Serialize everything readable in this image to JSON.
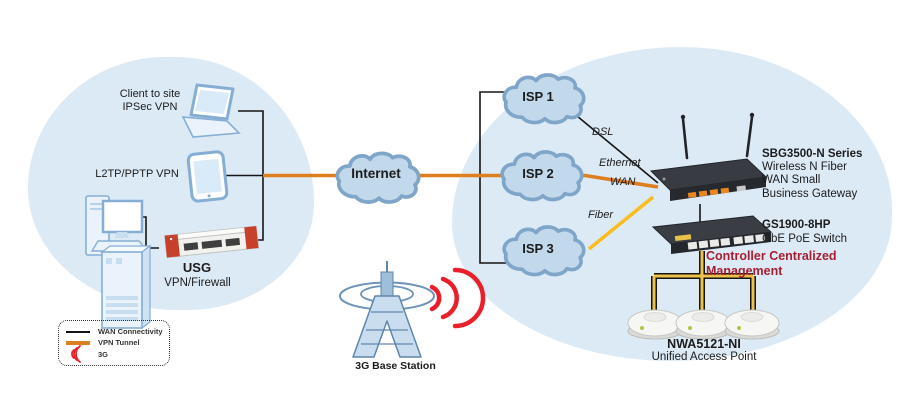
{
  "left_site": {
    "client_vpn_label_line1": "Client to site",
    "client_vpn_label_line2": "IPSec VPN",
    "l2tp_vpn_label": "L2TP/PPTP VPN",
    "usg_name": "USG",
    "usg_desc": "VPN/Firewall"
  },
  "internet_cloud": {
    "label": "Internet"
  },
  "base_station": {
    "label": "3G Base Station"
  },
  "isp_clouds": [
    {
      "label": "ISP 1"
    },
    {
      "label": "ISP 2"
    },
    {
      "label": "ISP 3"
    }
  ],
  "link_labels": {
    "dsl": "DSL",
    "ethernet": "Ethernet",
    "wan": "WAN",
    "fiber": "Fiber"
  },
  "gateway": {
    "name": "SBG3500-N Series",
    "desc_line1": "Wireless N Fiber",
    "desc_line2": "WAN Small",
    "desc_line3": "Business Gateway"
  },
  "poe_switch": {
    "name": "GS1900-8HP",
    "desc": "GbE PoE Switch"
  },
  "controller_note": {
    "line1": "Controller Centralized",
    "line2": "Management"
  },
  "access_points": {
    "name": "NWA5121-NI",
    "desc": "Unified Access Point"
  },
  "legend": {
    "items": [
      {
        "label": "WAN Connectivity"
      },
      {
        "label": "VPN Tunnel"
      },
      {
        "label": "3G"
      }
    ]
  },
  "colors": {
    "wan_line": "#151515",
    "vpn_tunnel": "#DD7E1F",
    "fiber_link": "#FABD1F",
    "poe_link": "#EEC14B",
    "signal_3g": "#E9202A",
    "controller_text": "#A81E32",
    "cloud_fill": "#C2D8EB",
    "cloud_stroke": "#7FA5C9",
    "site_blob": "#DCEAF6"
  }
}
